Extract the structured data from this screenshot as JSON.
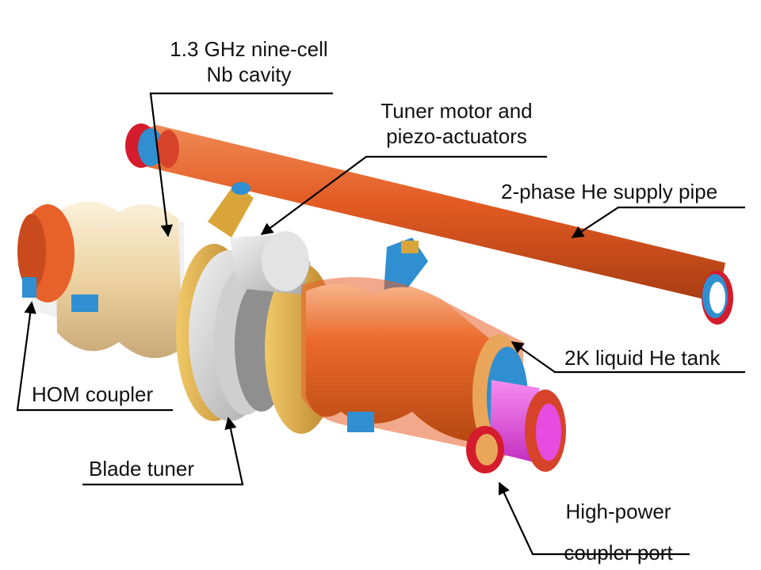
{
  "labels": {
    "cavity": {
      "line1": "1.3 GHz nine-cell",
      "line2": "Nb cavity"
    },
    "tuner_motor": {
      "line1": "Tuner motor and",
      "line2": "piezo-actuators"
    },
    "supply_pipe": {
      "text": "2-phase He supply pipe"
    },
    "he_tank": {
      "text": "2K liquid He tank"
    },
    "hom_coupler": {
      "text": "HOM coupler"
    },
    "blade_tuner": {
      "text": "Blade tuner"
    },
    "coupler_port": {
      "line1": "High-power",
      "line2": "coupler port"
    }
  },
  "colors": {
    "tank_orange": "#e8602a",
    "flange_gold": "#d9a53a",
    "cavity_cream": "#efd7a6",
    "blue_parts": "#2f8fd0",
    "magenta_port": "#e64ce0",
    "red_rings": "#d41c2c",
    "leader_lines": "#000000"
  }
}
